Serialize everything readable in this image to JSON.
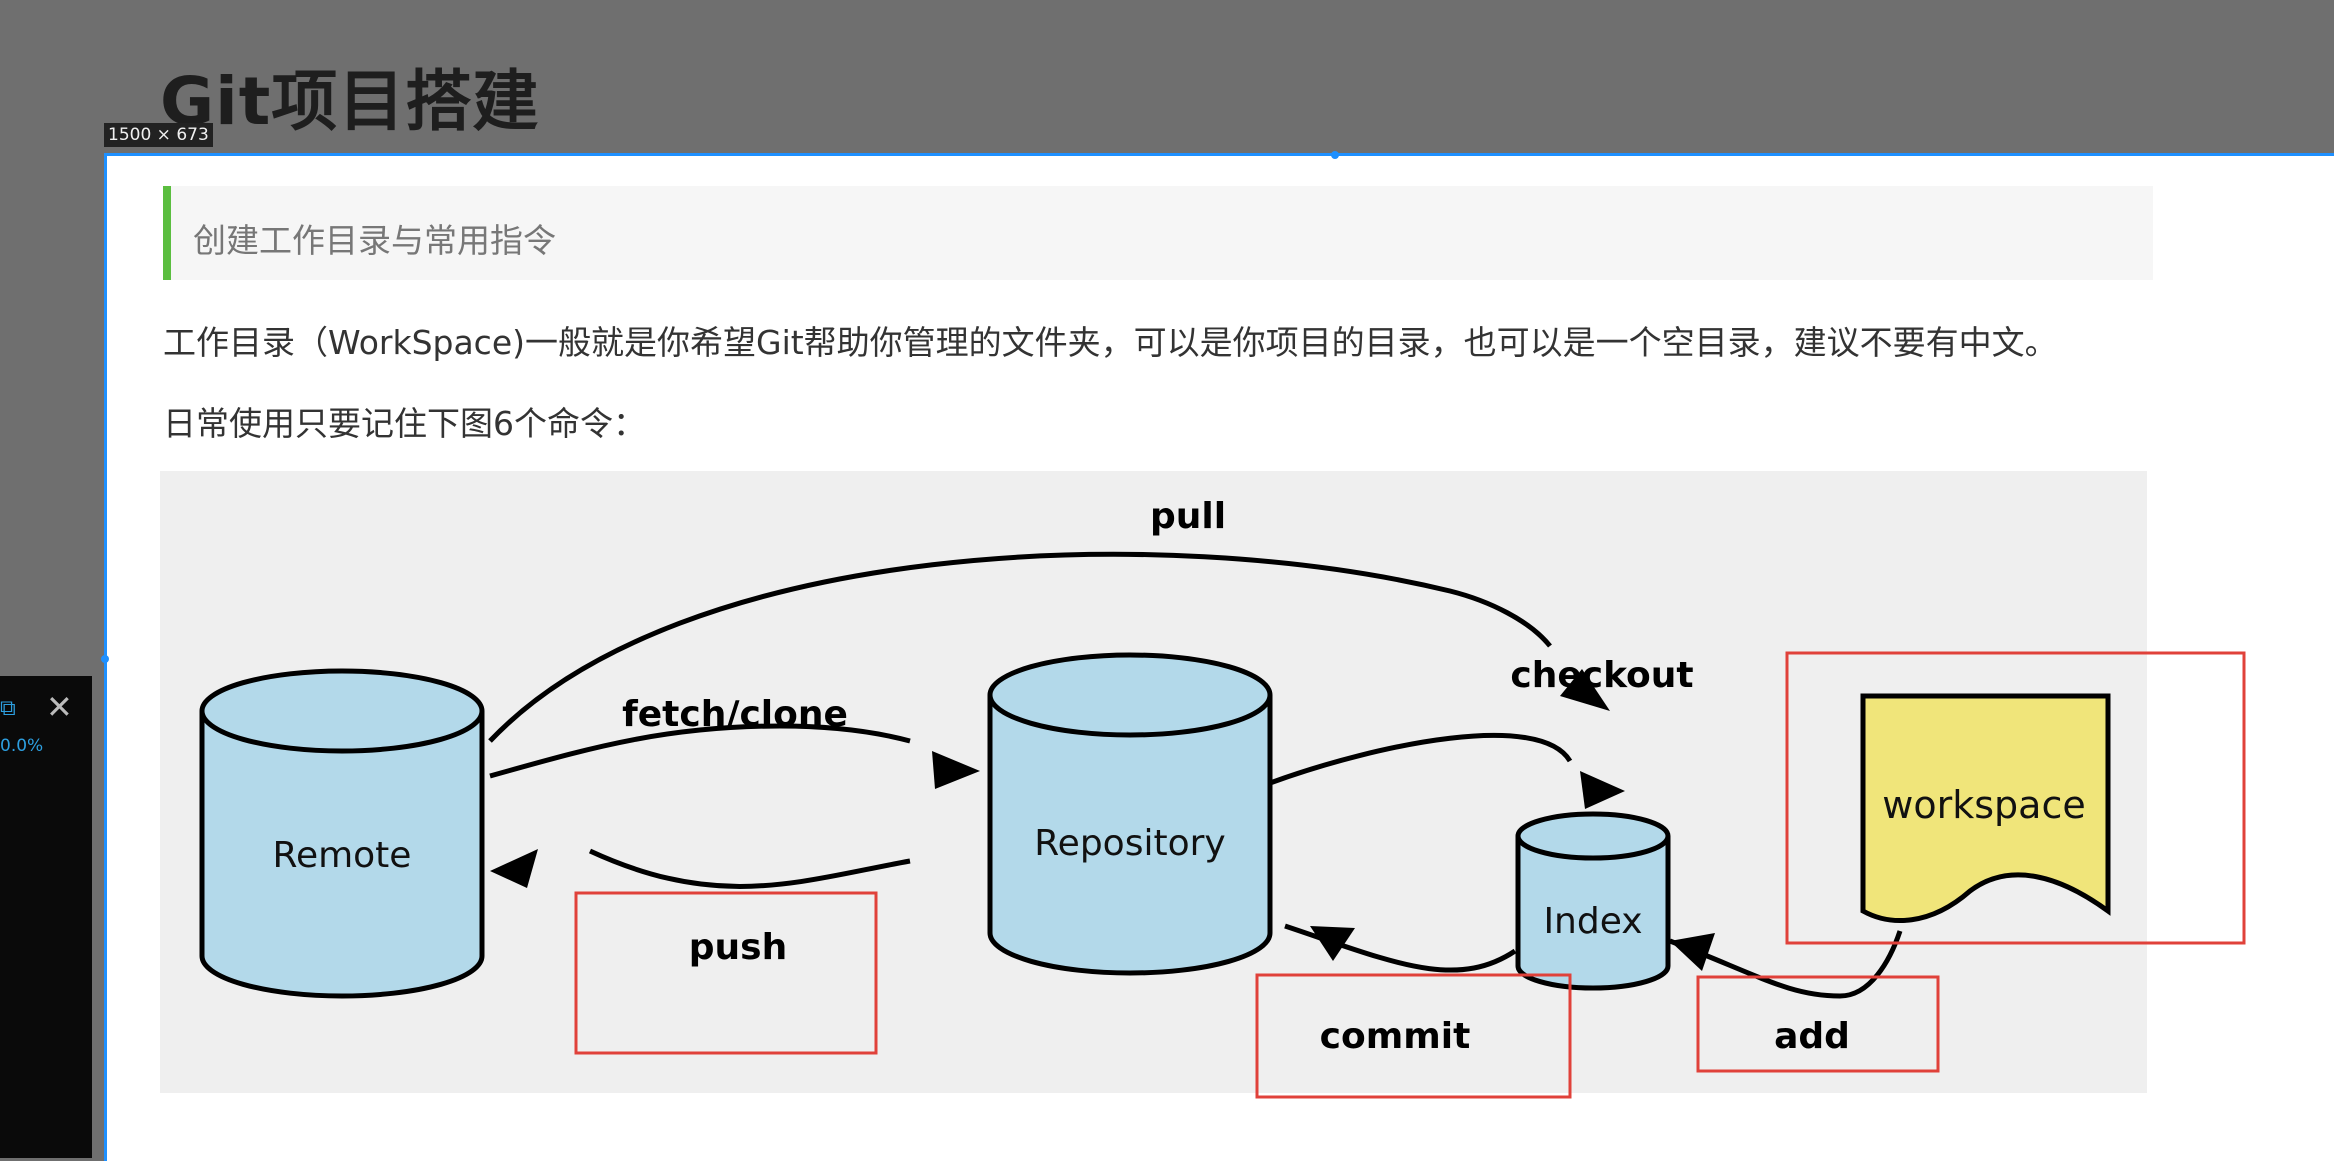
{
  "page": {
    "title": "Git项目搭建",
    "size_tag": "1500 × 673"
  },
  "article": {
    "quote": "创建工作目录与常用指令",
    "paragraph1": "工作目录（WorkSpace)一般就是你希望Git帮助你管理的文件夹，可以是你项目的目录，也可以是一个空目录，建议不要有中文。",
    "paragraph2": "日常使用只要记住下图6个命令："
  },
  "diagram": {
    "nodes": {
      "remote": "Remote",
      "repository": "Repository",
      "index": "Index",
      "workspace": "workspace"
    },
    "commands": {
      "pull": "pull",
      "fetch_clone": "fetch/clone",
      "checkout": "checkout",
      "push": "push",
      "commit": "commit",
      "add": "add"
    },
    "colors": {
      "cylinder_fill": "#b3d9ea",
      "workspace_fill": "#f0e57a",
      "highlight_box": "#e0413a",
      "background": "#efefef"
    }
  },
  "side_panel": {
    "percent": "0.0%"
  },
  "colors": {
    "quote_border": "#5bbe3f",
    "selection_border": "#1e90ff",
    "backdrop": "#6f6f6f"
  }
}
